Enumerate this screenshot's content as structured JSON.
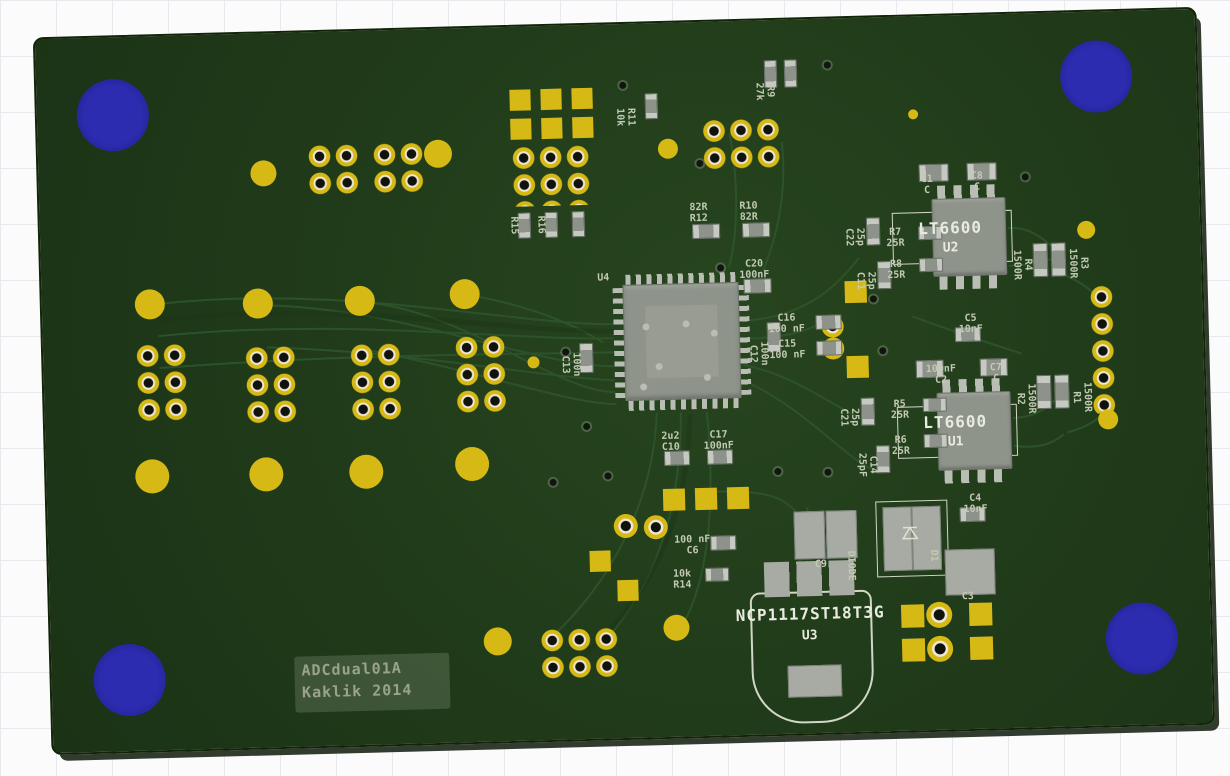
{
  "viewer": {
    "description": "3D render of printed circuit board",
    "colors": {
      "board": "#213c1a",
      "pads": "#d6b914",
      "holes": "#2c2cb0",
      "silkscreen": "#c3c9b4",
      "components": "#8f948b"
    }
  },
  "labels": {
    "r15": "R15",
    "r16": "R16",
    "r11": "R11\n10k",
    "r9": "R9\n27k",
    "r12": "82R\nR12",
    "r10": "R10\n82R",
    "c20": "C20\n100nF",
    "c13": "100n\nC13",
    "c12": "100n\nC12",
    "c16": "C16\n100 nF",
    "c15": "C15\n100 nF",
    "c10": "2u2\nC10",
    "c17": "C17\n100nF",
    "c22": "25p\nC22",
    "c11": "25p\nC11",
    "c21": "25p\nC21",
    "c14": "C14\n25pF",
    "r7": "R7\n25R",
    "r8": "R8\n25R",
    "r5": "R5\n25R",
    "r6": "R6\n25R",
    "r4": "R4\n1500R",
    "r3": "R3\n1500R",
    "r2": "1500R\nR2",
    "r1": "1500R\nR1",
    "c1": "C1\nC",
    "c8": "C8\nC",
    "c5": "C5\n10nF",
    "c2": "100nF\nC2",
    "c7": "C7\nC",
    "c4": "C4\n10nF",
    "c6": "100 nF\nC6",
    "r14": "10k\nR14",
    "c9": "C9",
    "c3": "C3",
    "u4": "U4",
    "u2_name": "LT6600",
    "u2_ref": "U2",
    "u1_name": "LT6600",
    "u1_ref": "U1",
    "u3_name": "NCP1117ST18T3G",
    "u3_ref": "U3",
    "d1_ref": "D1",
    "d1_label": "DIODE",
    "board_name": "ADCdual01A",
    "board_author": "Kaklik 2014"
  }
}
